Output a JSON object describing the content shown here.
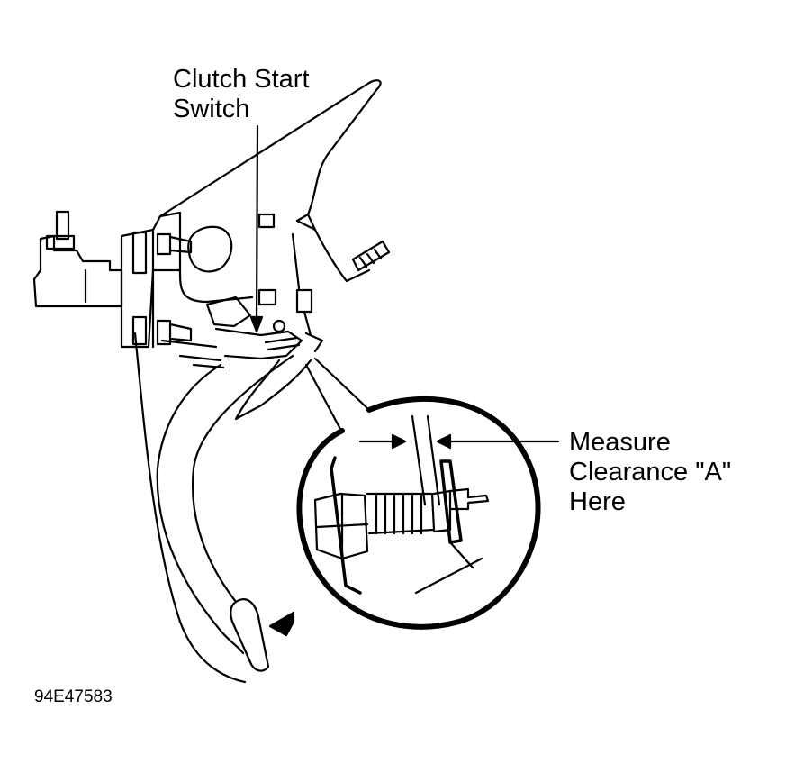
{
  "labels": {
    "clutch_switch": [
      "Clutch Start",
      "Switch"
    ],
    "measure": [
      "Measure",
      "Clearance \"A\"",
      "Here"
    ]
  },
  "figure_id": "94E47583",
  "colors": {
    "ink": "#000000",
    "paper": "#ffffff"
  }
}
